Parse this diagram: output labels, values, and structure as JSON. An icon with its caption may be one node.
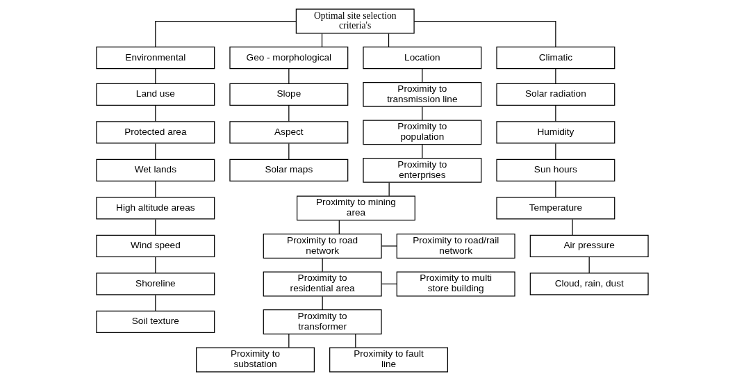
{
  "diagram": {
    "nodes": [
      {
        "text": [
          "Optimal site selection criteria's"
        ]
      },
      {
        "text": [
          "Environmental"
        ]
      },
      {
        "text": [
          "Geo - morphological"
        ]
      },
      {
        "text": [
          "Location"
        ]
      },
      {
        "text": [
          "Climatic"
        ]
      },
      {
        "text": [
          "Land use"
        ]
      },
      {
        "text": [
          "Protected area"
        ]
      },
      {
        "text": [
          "Wet lands"
        ]
      },
      {
        "text": [
          "High altitude areas"
        ]
      },
      {
        "text": [
          "Wind speed"
        ]
      },
      {
        "text": [
          "Shoreline"
        ]
      },
      {
        "text": [
          "Soil texture"
        ]
      },
      {
        "text": [
          "Slope"
        ]
      },
      {
        "text": [
          "Aspect"
        ]
      },
      {
        "text": [
          "Solar maps"
        ]
      },
      {
        "text": [
          "Proximity to transmission line"
        ]
      },
      {
        "text": [
          "Proximity to population"
        ]
      },
      {
        "text": [
          "Proximity to enterprises"
        ]
      },
      {
        "text": [
          "Proximity to mining area"
        ]
      },
      {
        "text": [
          "Proximity to road/rail network"
        ]
      },
      {
        "text": [
          "Proximity to road network"
        ]
      },
      {
        "text": [
          "Proximity to multi store building"
        ]
      },
      {
        "text": [
          "Proximity to residential area"
        ]
      },
      {
        "text": [
          "Proximity to transformer"
        ]
      },
      {
        "text": [
          "Proximity to substation"
        ]
      },
      {
        "text": [
          "Proximity to fault line"
        ]
      },
      {
        "text": [
          "Solar radiation"
        ]
      },
      {
        "text": [
          "Humidity"
        ]
      },
      {
        "text": [
          "Sun hours"
        ]
      },
      {
        "text": [
          "Temperature"
        ]
      },
      {
        "text": [
          "Air pressure"
        ]
      },
      {
        "text": [
          "Cloud, rain, dust"
        ]
      }
    ],
    "edges": [
      {
        "from": 0,
        "to": 1,
        "arrow": "none"
      },
      {
        "from": 0,
        "to": 2,
        "arrow": "none"
      },
      {
        "from": 0,
        "to": 3,
        "arrow": "none"
      },
      {
        "from": 0,
        "to": 4,
        "arrow": "none"
      },
      {
        "from": 1,
        "to": 5,
        "arrow": "none"
      },
      {
        "from": 5,
        "to": 6,
        "arrow": "none"
      },
      {
        "from": 6,
        "to": 7,
        "arrow": "none"
      },
      {
        "from": 7,
        "to": 8,
        "arrow": "none"
      },
      {
        "from": 8,
        "to": 9,
        "arrow": "none"
      },
      {
        "from": 9,
        "to": 10,
        "arrow": "none"
      },
      {
        "from": 10,
        "to": 11,
        "arrow": "none"
      },
      {
        "from": 2,
        "to": 12,
        "arrow": "none"
      },
      {
        "from": 12,
        "to": 13,
        "arrow": "none"
      },
      {
        "from": 13,
        "to": 14,
        "arrow": "none"
      },
      {
        "from": 3,
        "to": 15,
        "arrow": "none"
      },
      {
        "from": 15,
        "to": 16,
        "arrow": "none"
      },
      {
        "from": 16,
        "to": 17,
        "arrow": "none"
      },
      {
        "from": 17,
        "to": 18,
        "arrow": "none"
      },
      {
        "from": 18,
        "to": 20,
        "arrow": "none"
      },
      {
        "from": 20,
        "to": 19,
        "arrow": "none"
      },
      {
        "from": 20,
        "to": 22,
        "arrow": "none"
      },
      {
        "from": 22,
        "to": 21,
        "arrow": "none"
      },
      {
        "from": 22,
        "to": 23,
        "arrow": "none"
      },
      {
        "from": 23,
        "to": 24,
        "arrow": "none"
      },
      {
        "from": 23,
        "to": 25,
        "arrow": "none"
      },
      {
        "from": 4,
        "to": 26,
        "arrow": "none"
      },
      {
        "from": 26,
        "to": 27,
        "arrow": "none"
      },
      {
        "from": 27,
        "to": 28,
        "arrow": "none"
      },
      {
        "from": 28,
        "to": 29,
        "arrow": "none"
      },
      {
        "from": 29,
        "to": 30,
        "arrow": "none"
      },
      {
        "from": 30,
        "to": 31,
        "arrow": "none"
      }
    ]
  }
}
